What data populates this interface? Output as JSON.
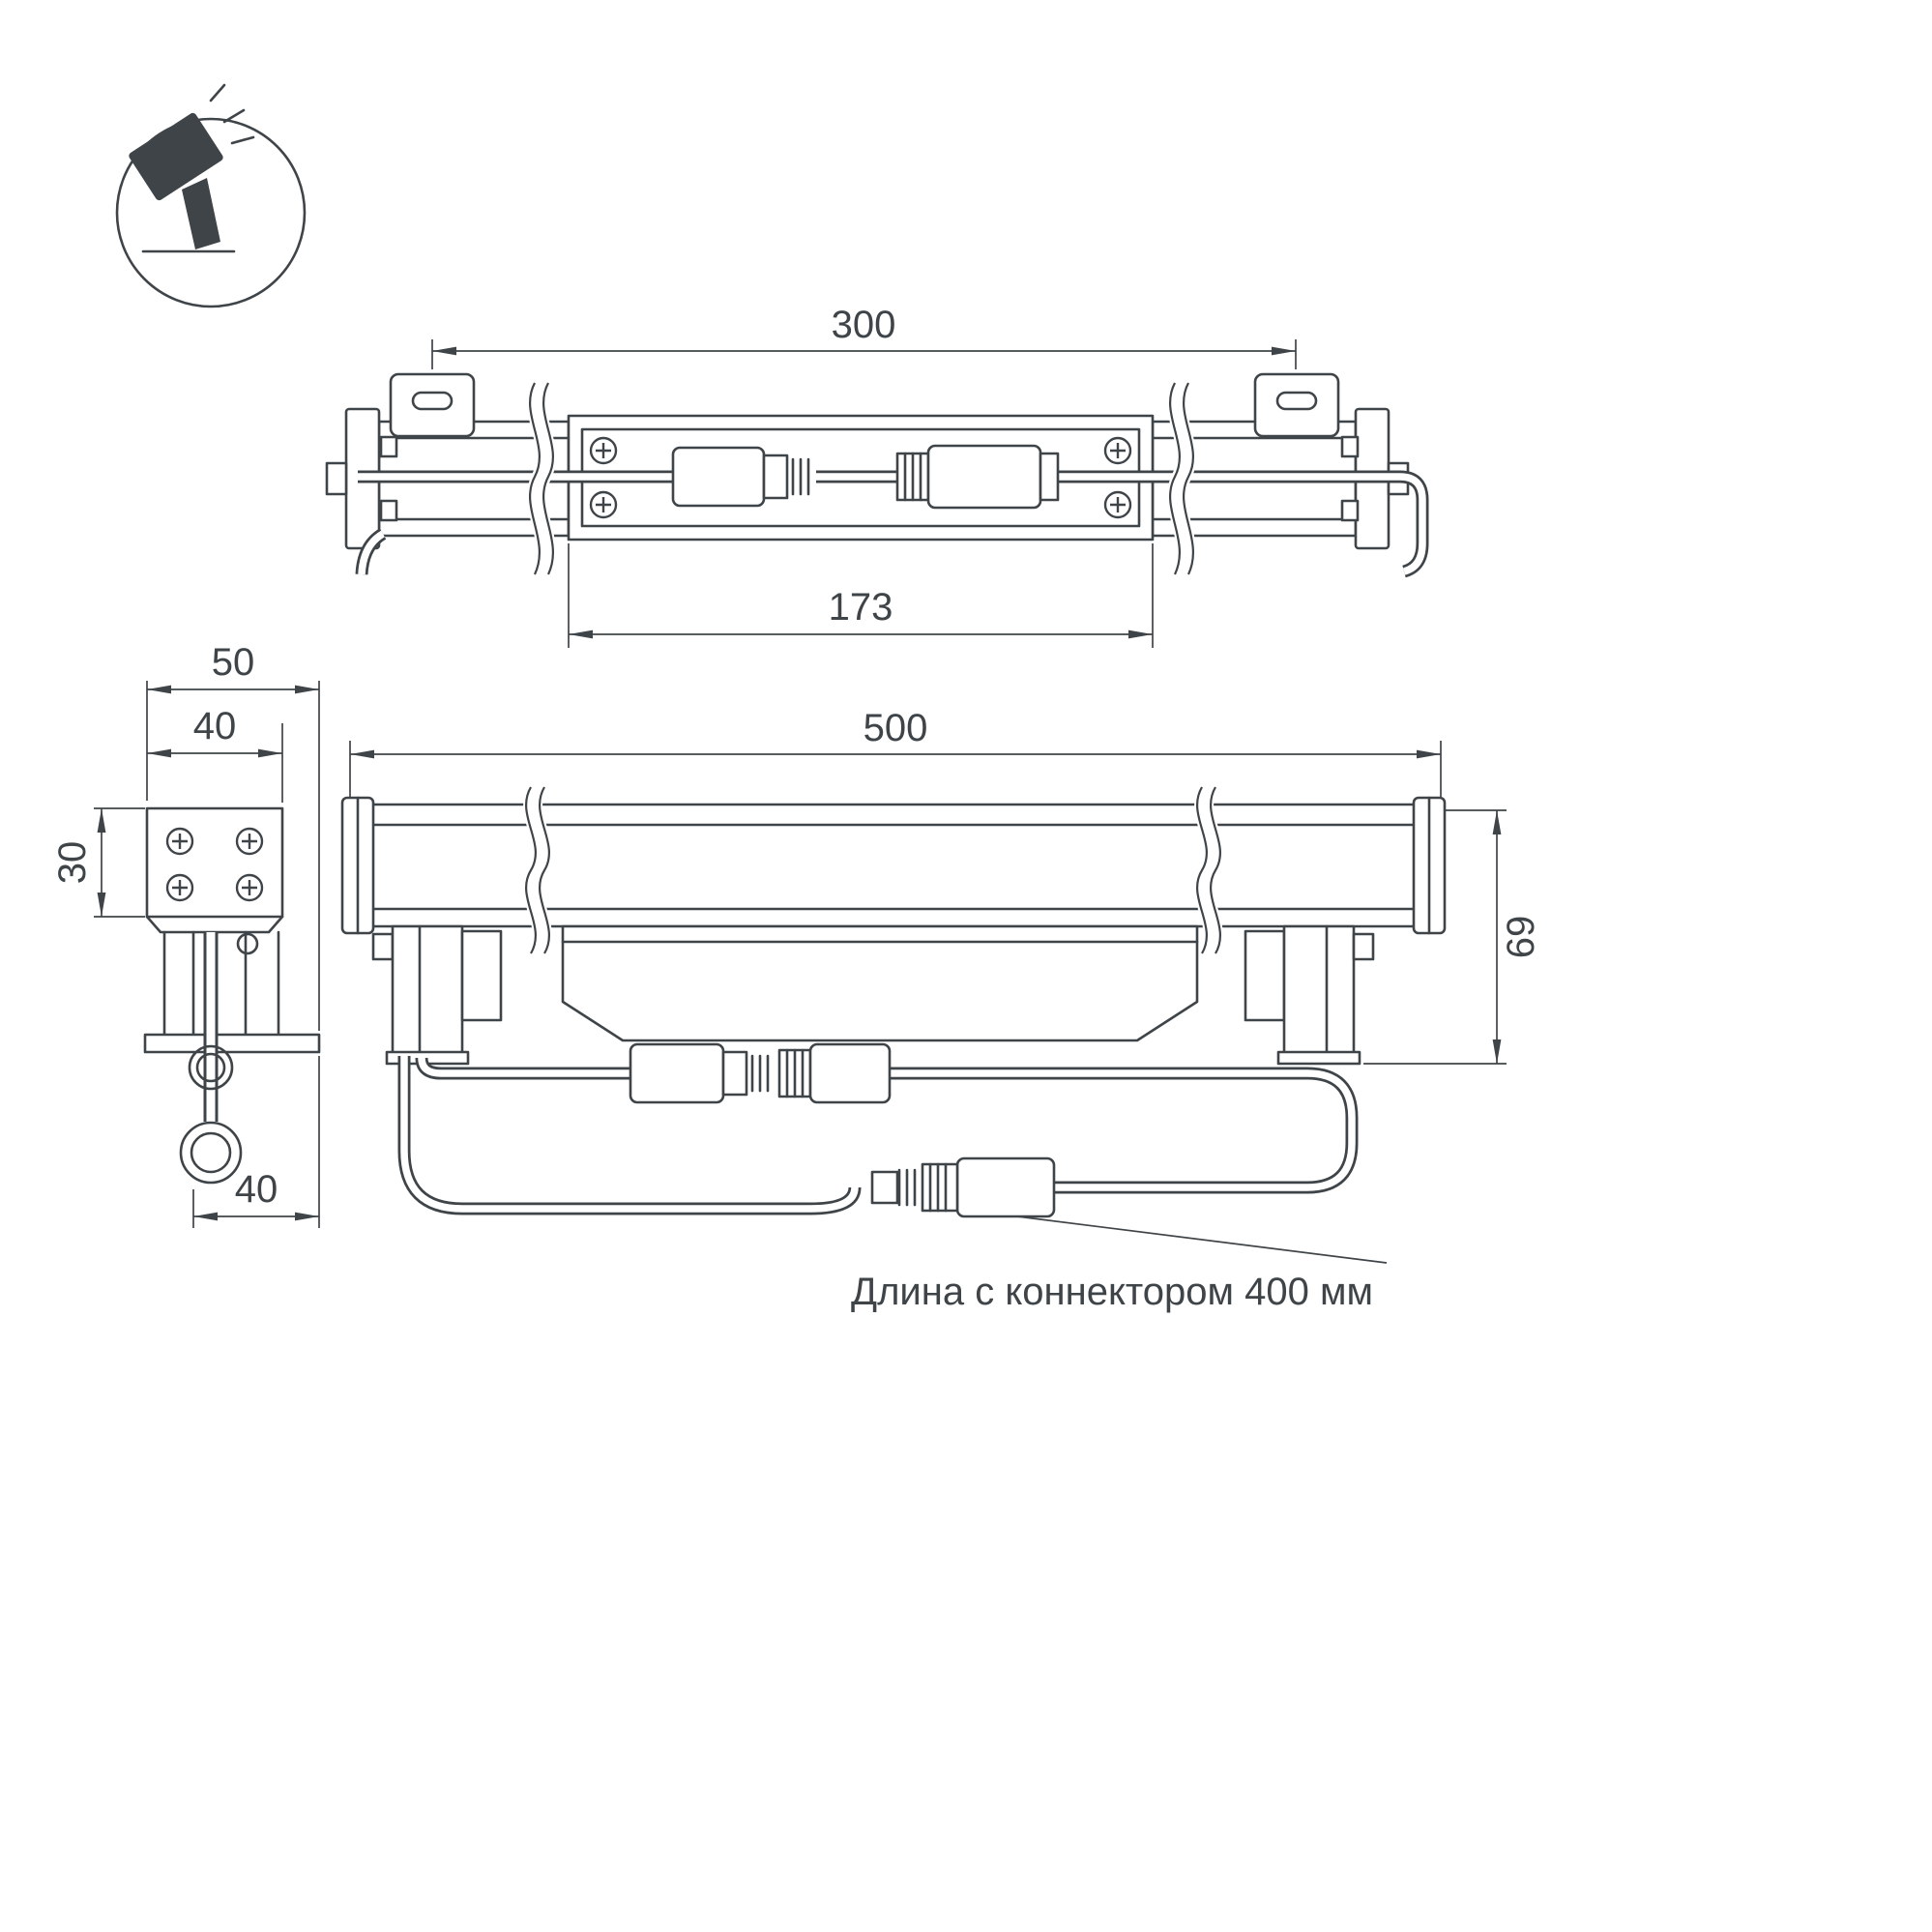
{
  "drawing": {
    "icon": "floodlight-ground-mount-icon",
    "colors": {
      "line": "#3f4448",
      "background": "#ffffff",
      "icon_fill": "#3f4448"
    },
    "views": {
      "top": {
        "dim_mount_spacing": "300",
        "dim_body_length": "173"
      },
      "side": {
        "dim_overall_depth": "50",
        "dim_body_width": "40",
        "dim_body_height": "30",
        "dim_bottom_offset": "40"
      },
      "front": {
        "dim_overall_length": "500",
        "dim_overall_height": "69"
      }
    },
    "note": "Длина с коннектором 400 мм"
  }
}
